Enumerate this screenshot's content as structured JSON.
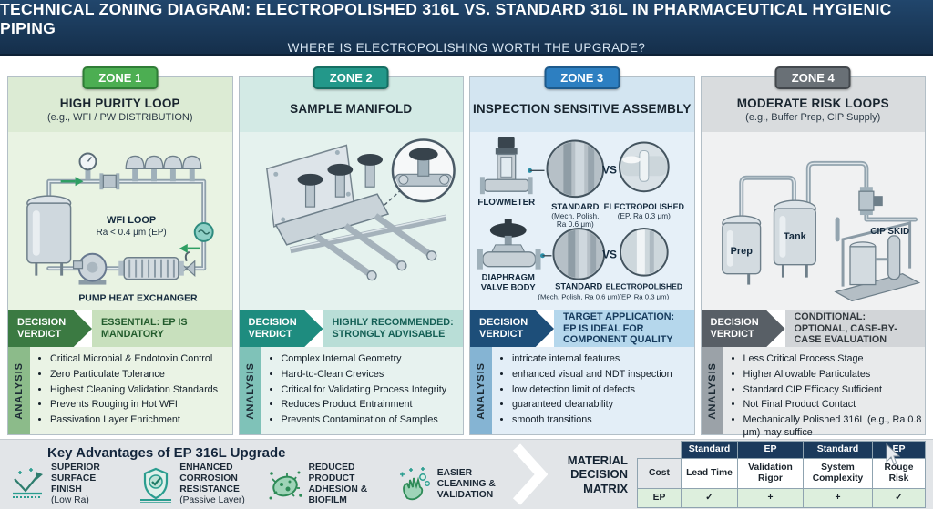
{
  "header": {
    "title": "TECHNICAL ZONING DIAGRAM: ELECTROPOLISHED 316L VS. STANDARD 316L IN PHARMACEUTICAL HYGIENIC PIPING",
    "subtitle": "WHERE IS ELECTROPOLISHING WORTH THE UPGRADE?"
  },
  "colors": {
    "navy": "#1b3a5c",
    "zone1_green": "#4cae52",
    "zone2_teal": "#23988a",
    "zone3_blue": "#2d7fc1",
    "zone4_gray": "#697076",
    "check_green": "#2e9e4f"
  },
  "zones": [
    {
      "badge": "ZONE 1",
      "title": "HIGH PURITY LOOP",
      "subtitle": "(e.g., WFI / PW DISTRIBUTION)",
      "labels": {
        "loop": "WFI LOOP",
        "loop_spec": "Ra < 0.4 μm (EP)",
        "pump": "PUMP",
        "hx": "HEAT EXCHANGER"
      },
      "verdict_tag": "DECISION VERDICT",
      "verdict": "ESSENTIAL: EP IS MANDATORY",
      "analysis_tag": "ANALYSIS",
      "analysis": [
        "Critical Microbial & Endotoxin Control",
        "Zero Particulate Tolerance",
        "Highest Cleaning Validation Standards",
        "Prevents Rouging in Hot WFI",
        "Passivation Layer Enrichment"
      ]
    },
    {
      "badge": "ZONE 2",
      "title": "SAMPLE MANIFOLD",
      "subtitle": "",
      "verdict_tag": "DECISION VERDICT",
      "verdict": "HIGHLY RECOMMENDED: STRONGLY ADVISABLE",
      "analysis_tag": "ANALYSIS",
      "analysis": [
        "Complex Internal Geometry",
        "Hard-to-Clean Crevices",
        "Critical for Validating Process Integrity",
        "Reduces Product Entrainment",
        "Prevents Contamination of Samples"
      ]
    },
    {
      "badge": "ZONE 3",
      "title": "INSPECTION SENSITIVE ASSEMBLY",
      "subtitle": "",
      "labels": {
        "flowmeter": "FLOWMETER",
        "valve_line1": "DIAPHRAGM",
        "valve_line2": "VALVE BODY",
        "vs": "VS",
        "std": "STANDARD",
        "std_spec1": "(Mech. Polish,",
        "std_spec2": "Ra 0.6 μm)",
        "std_spec_line": "(Mech. Polish, Ra 0.6 μm)",
        "ep": "ELECTROPOLISHED",
        "ep_spec": "(EP, Ra 0.3 μm)"
      },
      "verdict_tag": "DECISION VERDICT",
      "verdict": "TARGET APPLICATION: EP IS IDEAL FOR COMPONENT QUALITY",
      "analysis_tag": "ANALYSIS",
      "analysis": [
        "intricate internal features",
        "enhanced visual and NDT inspection",
        "low detection limit of defects",
        "guaranteed cleanability",
        "smooth transitions"
      ]
    },
    {
      "badge": "ZONE 4",
      "title": "MODERATE RISK LOOPS",
      "subtitle": "(e.g., Buffer Prep, CIP Supply)",
      "labels": {
        "prep": "Prep",
        "tank": "Tank",
        "cip": "CIP SKID"
      },
      "verdict_tag": "DECISION VERDICT",
      "verdict": "CONDITIONAL: OPTIONAL, CASE-BY-CASE EVALUATION",
      "analysis_tag": "ANALYSIS",
      "analysis": [
        "Less Critical Process Stage",
        "Higher Allowable Particulates",
        "Standard CIP Efficacy Sufficient",
        "Not Final Product Contact",
        "Mechanically Polished 316L (e.g., Ra 0.8 μm) may suffice"
      ]
    }
  ],
  "footer": {
    "advantages_title": "Key Advantages of EP 316L Upgrade",
    "advantages": [
      {
        "label": "SUPERIOR SURFACE FINISH",
        "sub": "(Low Ra)",
        "icon": "surface-finish-icon"
      },
      {
        "label": "ENHANCED CORROSION RESISTANCE",
        "sub": "(Passive Layer)",
        "icon": "shield-check-icon"
      },
      {
        "label": "REDUCED PRODUCT ADHESION & BIOFILM",
        "sub": "",
        "icon": "microbe-icon"
      },
      {
        "label": "EASIER CLEANING & VALIDATION",
        "sub": "",
        "icon": "hand-wash-icon"
      }
    ],
    "matrix_title": "MATERIAL DECISION MATRIX",
    "matrix": {
      "top_headers": [
        "Standard",
        "EP",
        "Standard",
        "EP"
      ],
      "mid_row": [
        "Cost",
        "Lead Time",
        "Validation Rigor",
        "System Complexity",
        "Rouge Risk"
      ],
      "bottom_row": [
        "EP",
        "✓",
        "+",
        "+",
        "✓"
      ]
    }
  }
}
